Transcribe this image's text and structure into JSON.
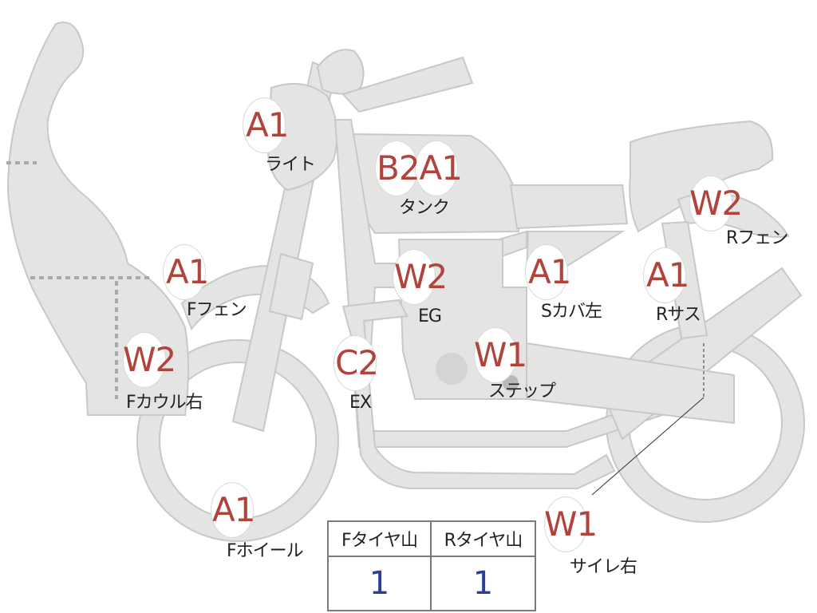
{
  "colors": {
    "body_fill": "#e4e4e2",
    "body_stroke": "#c8c8c6",
    "grade_text": "#b0443c",
    "tire_value_text": "#2b3f93",
    "dash_line": "#a9a9a9"
  },
  "callouts": [
    {
      "id": "light",
      "grade": "A1",
      "label": "ライト"
    },
    {
      "id": "tank",
      "grade": "B2A1",
      "label": "タンク"
    },
    {
      "id": "front-fender",
      "grade": "A1",
      "label": "Fフェン"
    },
    {
      "id": "engine",
      "grade": "W2",
      "label": "EG"
    },
    {
      "id": "side-cover-left",
      "grade": "A1",
      "label": "Sカバ左"
    },
    {
      "id": "rear-suspension",
      "grade": "A1",
      "label": "Rサス"
    },
    {
      "id": "rear-fender",
      "grade": "W2",
      "label": "Rフェン"
    },
    {
      "id": "front-cowl-right",
      "grade": "W2",
      "label": "Fカウル右"
    },
    {
      "id": "exhaust",
      "grade": "C2",
      "label": "EX"
    },
    {
      "id": "step",
      "grade": "W1",
      "label": "ステップ"
    },
    {
      "id": "front-wheel",
      "grade": "A1",
      "label": "Fホイール"
    },
    {
      "id": "muffler-right",
      "grade": "W1",
      "label": "サイレ右"
    }
  ],
  "tire_table": {
    "headers": [
      "Fタイヤ山",
      "Rタイヤ山"
    ],
    "values": [
      "1",
      "1"
    ]
  }
}
